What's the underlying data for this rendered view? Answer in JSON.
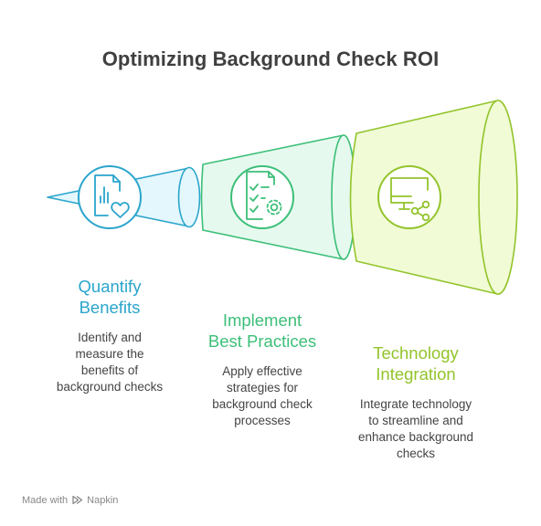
{
  "title": "Optimizing Background Check ROI",
  "stages": [
    {
      "heading_line1": "Quantify",
      "heading_line2": "Benefits",
      "body_lines": [
        "Identify and",
        "measure the",
        "benefits of",
        "background checks"
      ],
      "color": "#2aa5cc",
      "fill": "#e4f7fd",
      "icon": "document-heart-icon"
    },
    {
      "heading_line1": "Implement",
      "heading_line2": "Best Practices",
      "body_lines": [
        "Apply effective",
        "strategies for",
        "background check",
        "processes"
      ],
      "color": "#3cbf78",
      "fill": "#e5f9ee",
      "icon": "checklist-gear-icon"
    },
    {
      "heading_line1": "Technology",
      "heading_line2": "Integration",
      "body_lines": [
        "Integrate technology",
        "to streamline and",
        "enhance background",
        "checks"
      ],
      "color": "#93c42b",
      "fill": "#f1fbd6",
      "icon": "monitor-share-icon"
    }
  ],
  "footer": {
    "made_with": "Made with",
    "brand": "Napkin",
    "icon": "napkin-logo-icon"
  }
}
